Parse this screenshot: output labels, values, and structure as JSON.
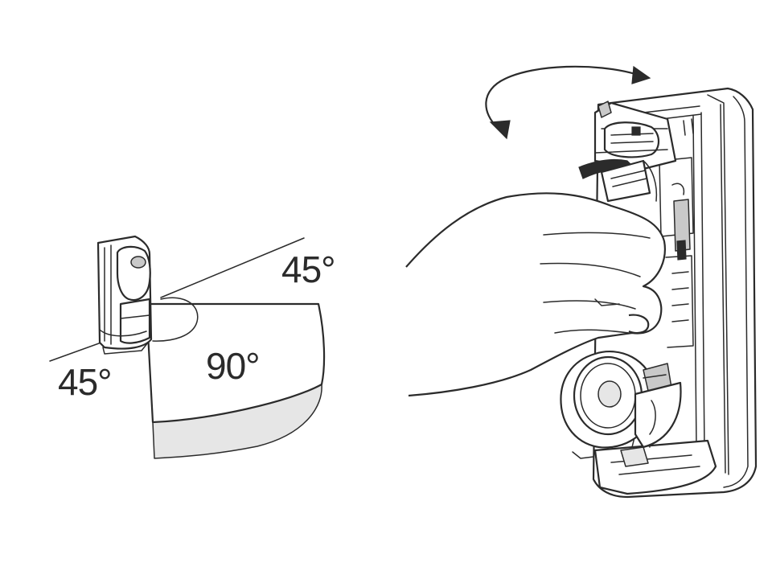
{
  "labels": {
    "angle_top": "45°",
    "angle_center": "90°",
    "angle_bottom": "45°"
  },
  "colors": {
    "line": "#2b2b2b",
    "background": "#ffffff",
    "shade": "#c9c9c9"
  }
}
